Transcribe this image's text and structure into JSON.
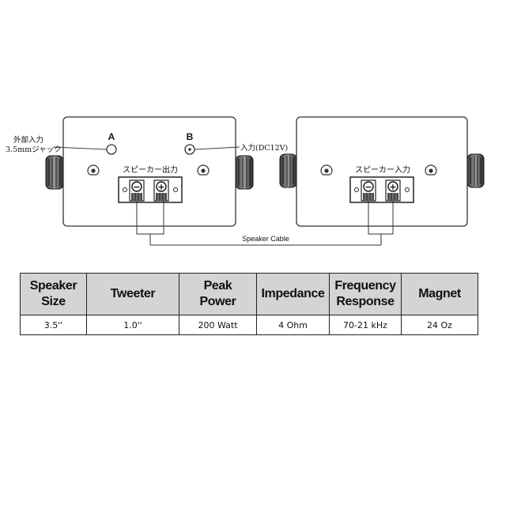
{
  "diagram": {
    "left_unit": {
      "port_a": {
        "letter": "A",
        "label_line1": "外部入力",
        "label_line2": "3.5mmジャック"
      },
      "port_b": {
        "letter": "B",
        "label": "入力(DC12V)"
      },
      "terminal_label": "スピーカー出力",
      "minus_symbol": "−",
      "plus_symbol": "+"
    },
    "right_unit": {
      "terminal_label": "スピーカー入力",
      "minus_symbol": "−",
      "plus_symbol": "+"
    },
    "cable_label": "Speaker Cable"
  },
  "spec_table": {
    "headers": [
      {
        "line1": "Speaker",
        "line2": "Size"
      },
      {
        "line1": "Tweeter",
        "line2": ""
      },
      {
        "line1": "Peak",
        "line2": "Power"
      },
      {
        "line1": "Impedance",
        "line2": ""
      },
      {
        "line1": "Frequency",
        "line2": "Response"
      },
      {
        "line1": "Magnet",
        "line2": ""
      }
    ],
    "values": [
      "3.5''",
      "1.0''",
      "200 Watt",
      "4 Ohm",
      "70-21 kHz",
      "24 Oz"
    ]
  }
}
